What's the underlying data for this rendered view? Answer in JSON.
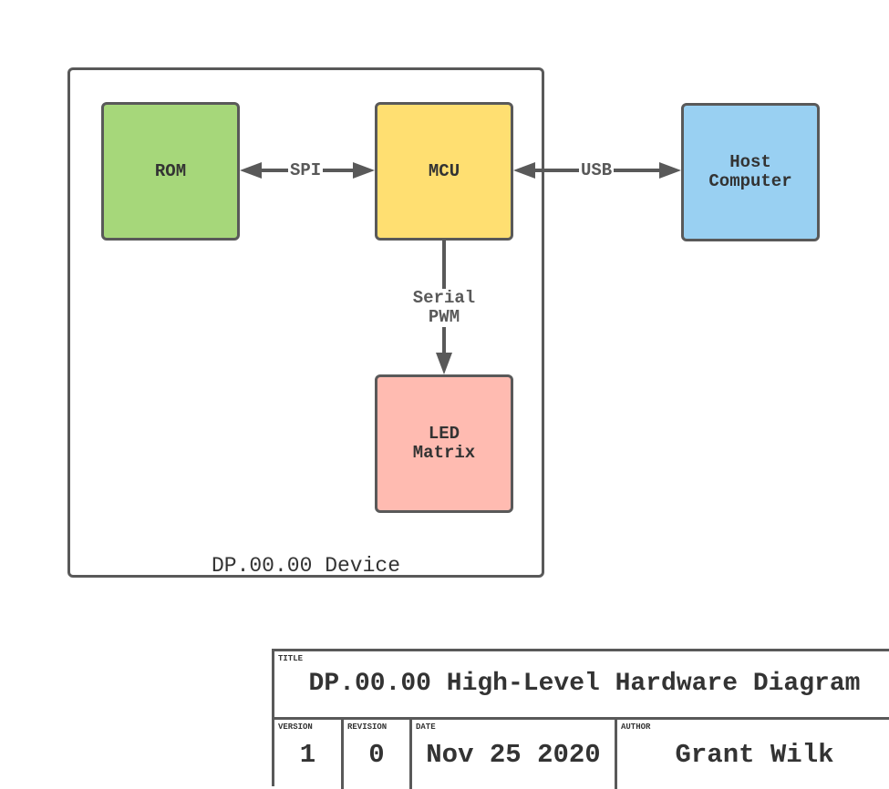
{
  "diagram": {
    "device_frame_label": "DP.00.00 Device",
    "blocks": {
      "rom": {
        "label": "ROM",
        "color": "#a6d77a"
      },
      "mcu": {
        "label": "MCU",
        "color": "#ffdf71"
      },
      "host": {
        "label": "Host\nComputer",
        "color": "#99d0f2"
      },
      "led": {
        "label": "LED\nMatrix",
        "color": "#ffbbb1"
      }
    },
    "connections": {
      "rom_mcu": "SPI",
      "mcu_host": "USB",
      "mcu_led": "Serial\nPWM"
    },
    "line_color": "#595959"
  },
  "title_block": {
    "title_caption": "TITLE",
    "title": "DP.00.00 High-Level Hardware Diagram",
    "version_caption": "VERSION",
    "version": "1",
    "revision_caption": "REVISION",
    "revision": "0",
    "date_caption": "DATE",
    "date": "Nov 25 2020",
    "author_caption": "AUTHOR",
    "author": "Grant Wilk"
  }
}
